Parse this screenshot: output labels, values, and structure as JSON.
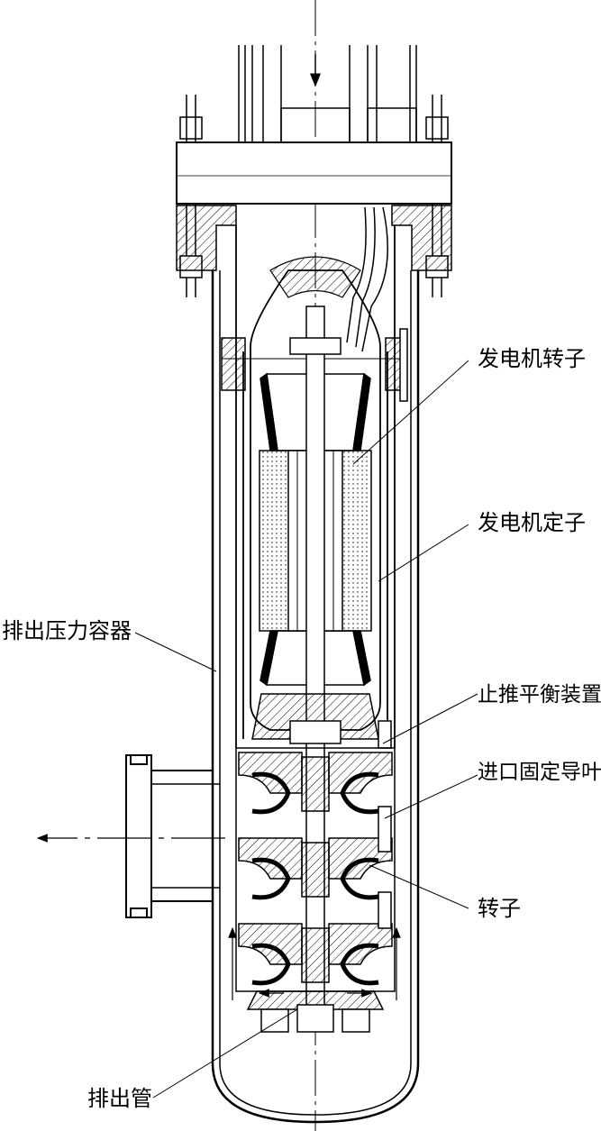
{
  "labels": {
    "generator_rotor": "发电机转子",
    "generator_stator": "发电机定子",
    "discharge_pressure_vessel": "排出压力容器",
    "thrust_balance_device": "止推平衡装置",
    "inlet_fixed_guide_vane": "进口固定导叶",
    "rotor": "转子",
    "discharge_pipe": "排出管"
  },
  "colors": {
    "line": "#000000",
    "background": "#ffffff"
  }
}
